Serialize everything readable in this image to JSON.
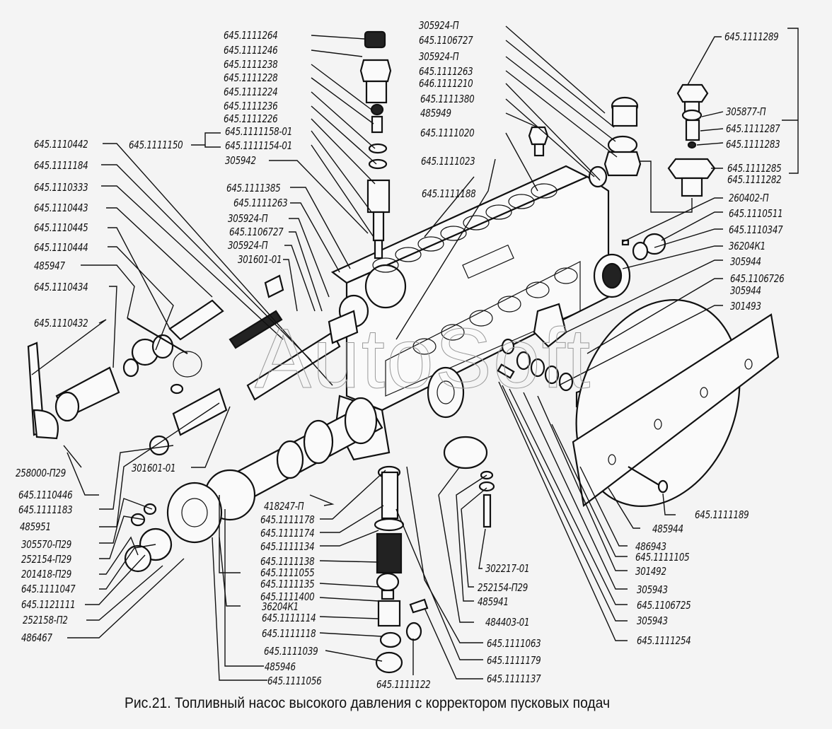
{
  "figure": {
    "caption": "Рис.21. Топливный насос высокого давления с корректором пусковых подач",
    "watermark": "AutoSoft"
  },
  "labels": {
    "top_center": [
      "645.1111264",
      "645.1111246",
      "645.1111238",
      "645.1111228",
      "645.1111224",
      "645.1111236",
      "645.1111226",
      "645.1111158-01",
      "645.1111154-01",
      "305942"
    ],
    "group_left_of_bracket": "645.1111150",
    "top_right_center": [
      "305924-П",
      "645.1106727",
      "305924-П",
      "645.1111263",
      "646.1111210",
      "645.1111380",
      "485949",
      "645.1111020"
    ],
    "center_upper": [
      "645.1111023",
      "645.1111188"
    ],
    "top_right": [
      "645.1111289",
      "305877-П",
      "645.1111287",
      "645.1111283",
      "645.1111285",
      "645.1111282"
    ],
    "right_middle": [
      "260402-П",
      "645.1110511",
      "645.1110347",
      "36204К1",
      "305944",
      "645.1106726",
      "305944",
      "301493"
    ],
    "left_upper": [
      "645.1110442",
      "645.1111184",
      "645.1110333",
      "645.1110443",
      "645.1110445",
      "645.1110444",
      "485947",
      "645.1110434",
      "645.1110432"
    ],
    "center_left": [
      "645.1111385",
      "645.1111263",
      "305924-П",
      "645.1106727",
      "305924-П",
      "301601-01"
    ],
    "left_lower": [
      "258000-П29",
      "645.1110446",
      "645.1111183",
      "485951",
      "305570-П29",
      "252154-П29",
      "201418-П29",
      "645.1111047",
      "645.1121111",
      "252158-П2",
      "486467"
    ],
    "mid_lower_left": "301601-01",
    "plunger_stack": [
      "418247-П",
      "645.1111178",
      "645.1111174",
      "645.1111134",
      "645.1111138",
      "645.1111055",
      "645.1111135",
      "645.1111400",
      "36204К1",
      "645.1111114",
      "645.1111118",
      "645.1111039",
      "485946",
      "645.1111056"
    ],
    "bottom_center": [
      "645.1111122"
    ],
    "bottom_mid": [
      "302217-01",
      "252154-П29",
      "485941",
      "484403-01",
      "645.1111063",
      "645.1111179",
      "645.1111137"
    ],
    "bottom_right": [
      "645.1111189",
      "485944",
      "486943",
      "645.1111105",
      "301492",
      "305943",
      "645.1106725",
      "305943",
      "645.1111254"
    ]
  }
}
